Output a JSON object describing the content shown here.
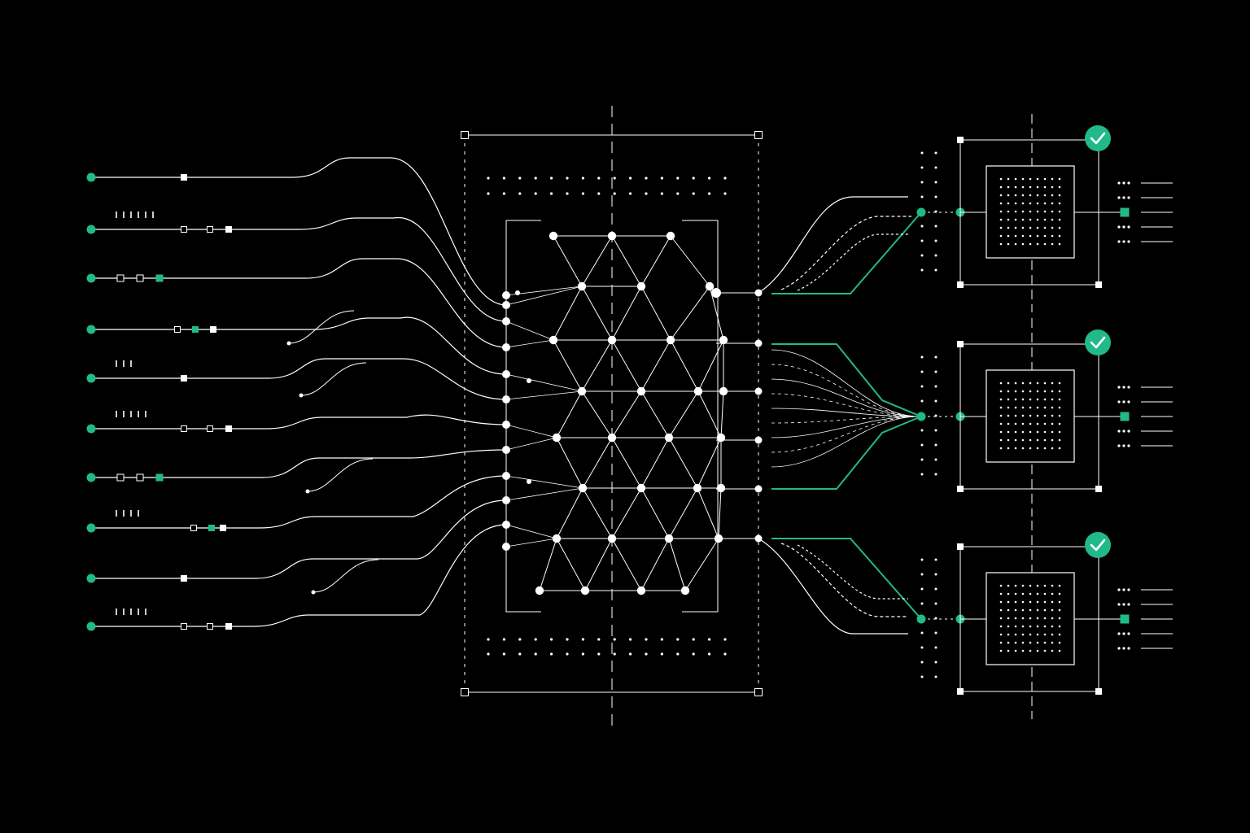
{
  "theme": {
    "background": "#000000",
    "line": "#ffffff",
    "accent": "#21b98a",
    "check_glyph": "#ffffff"
  },
  "inputs": [
    {
      "tick_marks": 0
    },
    {
      "tick_marks": 6
    },
    {
      "tick_marks": 0
    },
    {
      "tick_marks": 0
    },
    {
      "tick_marks": 3
    },
    {
      "tick_marks": 5
    },
    {
      "tick_marks": 0
    },
    {
      "tick_marks": 4
    },
    {
      "tick_marks": 0
    },
    {
      "tick_marks": 5
    }
  ],
  "outputs": [
    {
      "status": "complete",
      "status_icon": "check-icon"
    },
    {
      "status": "complete",
      "status_icon": "check-icon"
    },
    {
      "status": "complete",
      "status_icon": "check-icon"
    }
  ]
}
